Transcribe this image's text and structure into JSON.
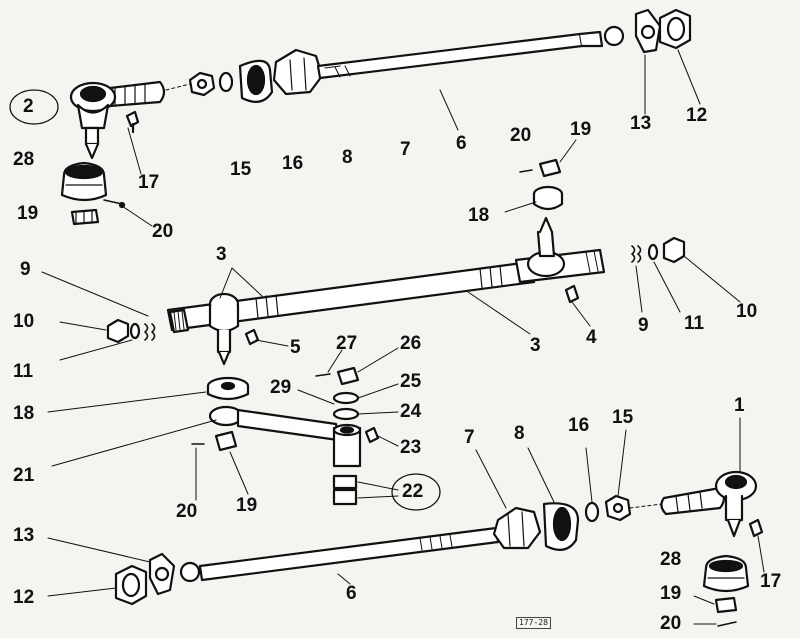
{
  "diagram": {
    "labels": [
      "2",
      "28",
      "19",
      "17",
      "20",
      "15",
      "16",
      "8",
      "7",
      "6",
      "13",
      "12",
      "20",
      "19",
      "18",
      "9",
      "3",
      "10",
      "11",
      "3",
      "5",
      "27",
      "26",
      "25",
      "29",
      "24",
      "23",
      "4",
      "3",
      "9",
      "11",
      "10",
      "18",
      "21",
      "20",
      "19",
      "22",
      "7",
      "8",
      "16",
      "15",
      "1",
      "13",
      "12",
      "6",
      "28",
      "17",
      "19",
      "20"
    ],
    "code": "177-28"
  },
  "colors": {
    "ink": "#111111",
    "paper": "#f4f4f1"
  }
}
